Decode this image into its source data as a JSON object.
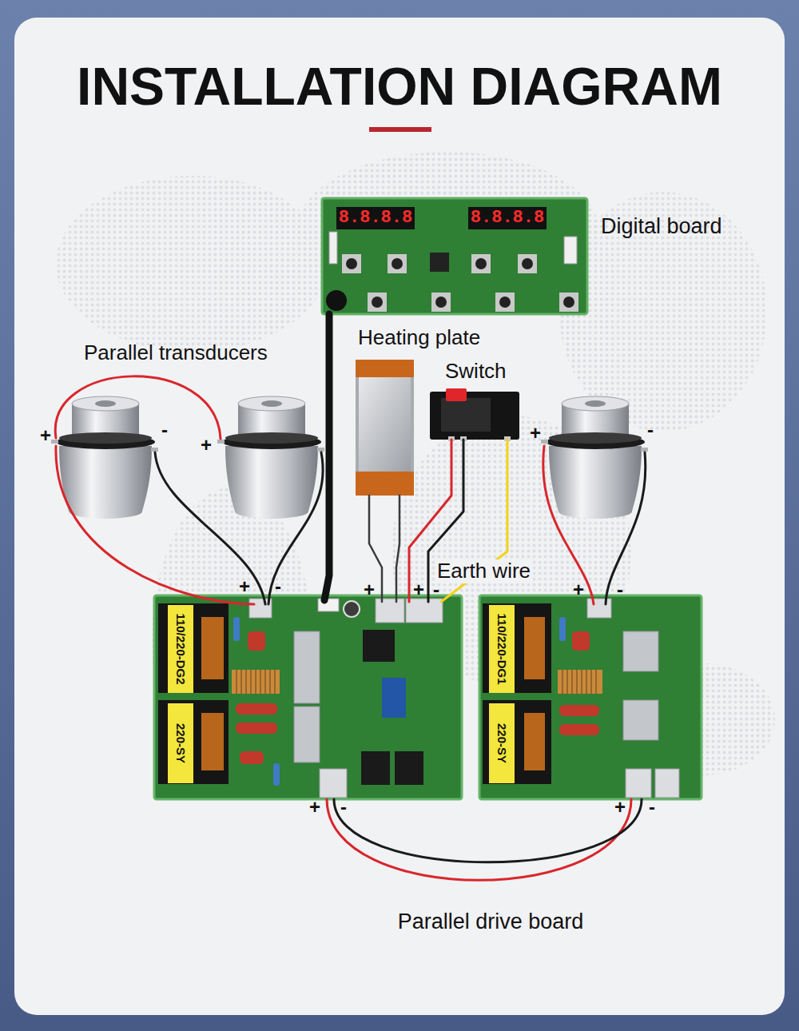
{
  "diagram": {
    "title": "INSTALLATION DIAGRAM",
    "nodes": [
      {
        "text": [
          "Digital board"
        ]
      },
      {
        "text": [
          "Heating plate"
        ]
      },
      {
        "text": [
          "Switch"
        ]
      },
      {
        "text": [
          "110/220-DG2",
          "220-SY"
        ]
      },
      {
        "text": [
          "110/220-DG1",
          "220-SY"
        ]
      }
    ],
    "edges": [
      {
        "from": 0,
        "to": 3,
        "arrow": "none"
      },
      {
        "from": 1,
        "to": 3,
        "arrow": "none"
      },
      {
        "from": 2,
        "to": 3,
        "label": "Earth wire",
        "arrow": "none"
      },
      {
        "from": 3,
        "to": 4,
        "label": "Parallel drive board",
        "arrow": "none"
      }
    ],
    "labels": [
      "Parallel transducers",
      "8.8.8.8",
      "8.8.8.8",
      "+",
      "+",
      "-",
      "-",
      "+",
      "-",
      "+",
      "-",
      "+",
      "+",
      "-",
      "+",
      "-",
      "+",
      "-",
      "+",
      "-"
    ]
  }
}
